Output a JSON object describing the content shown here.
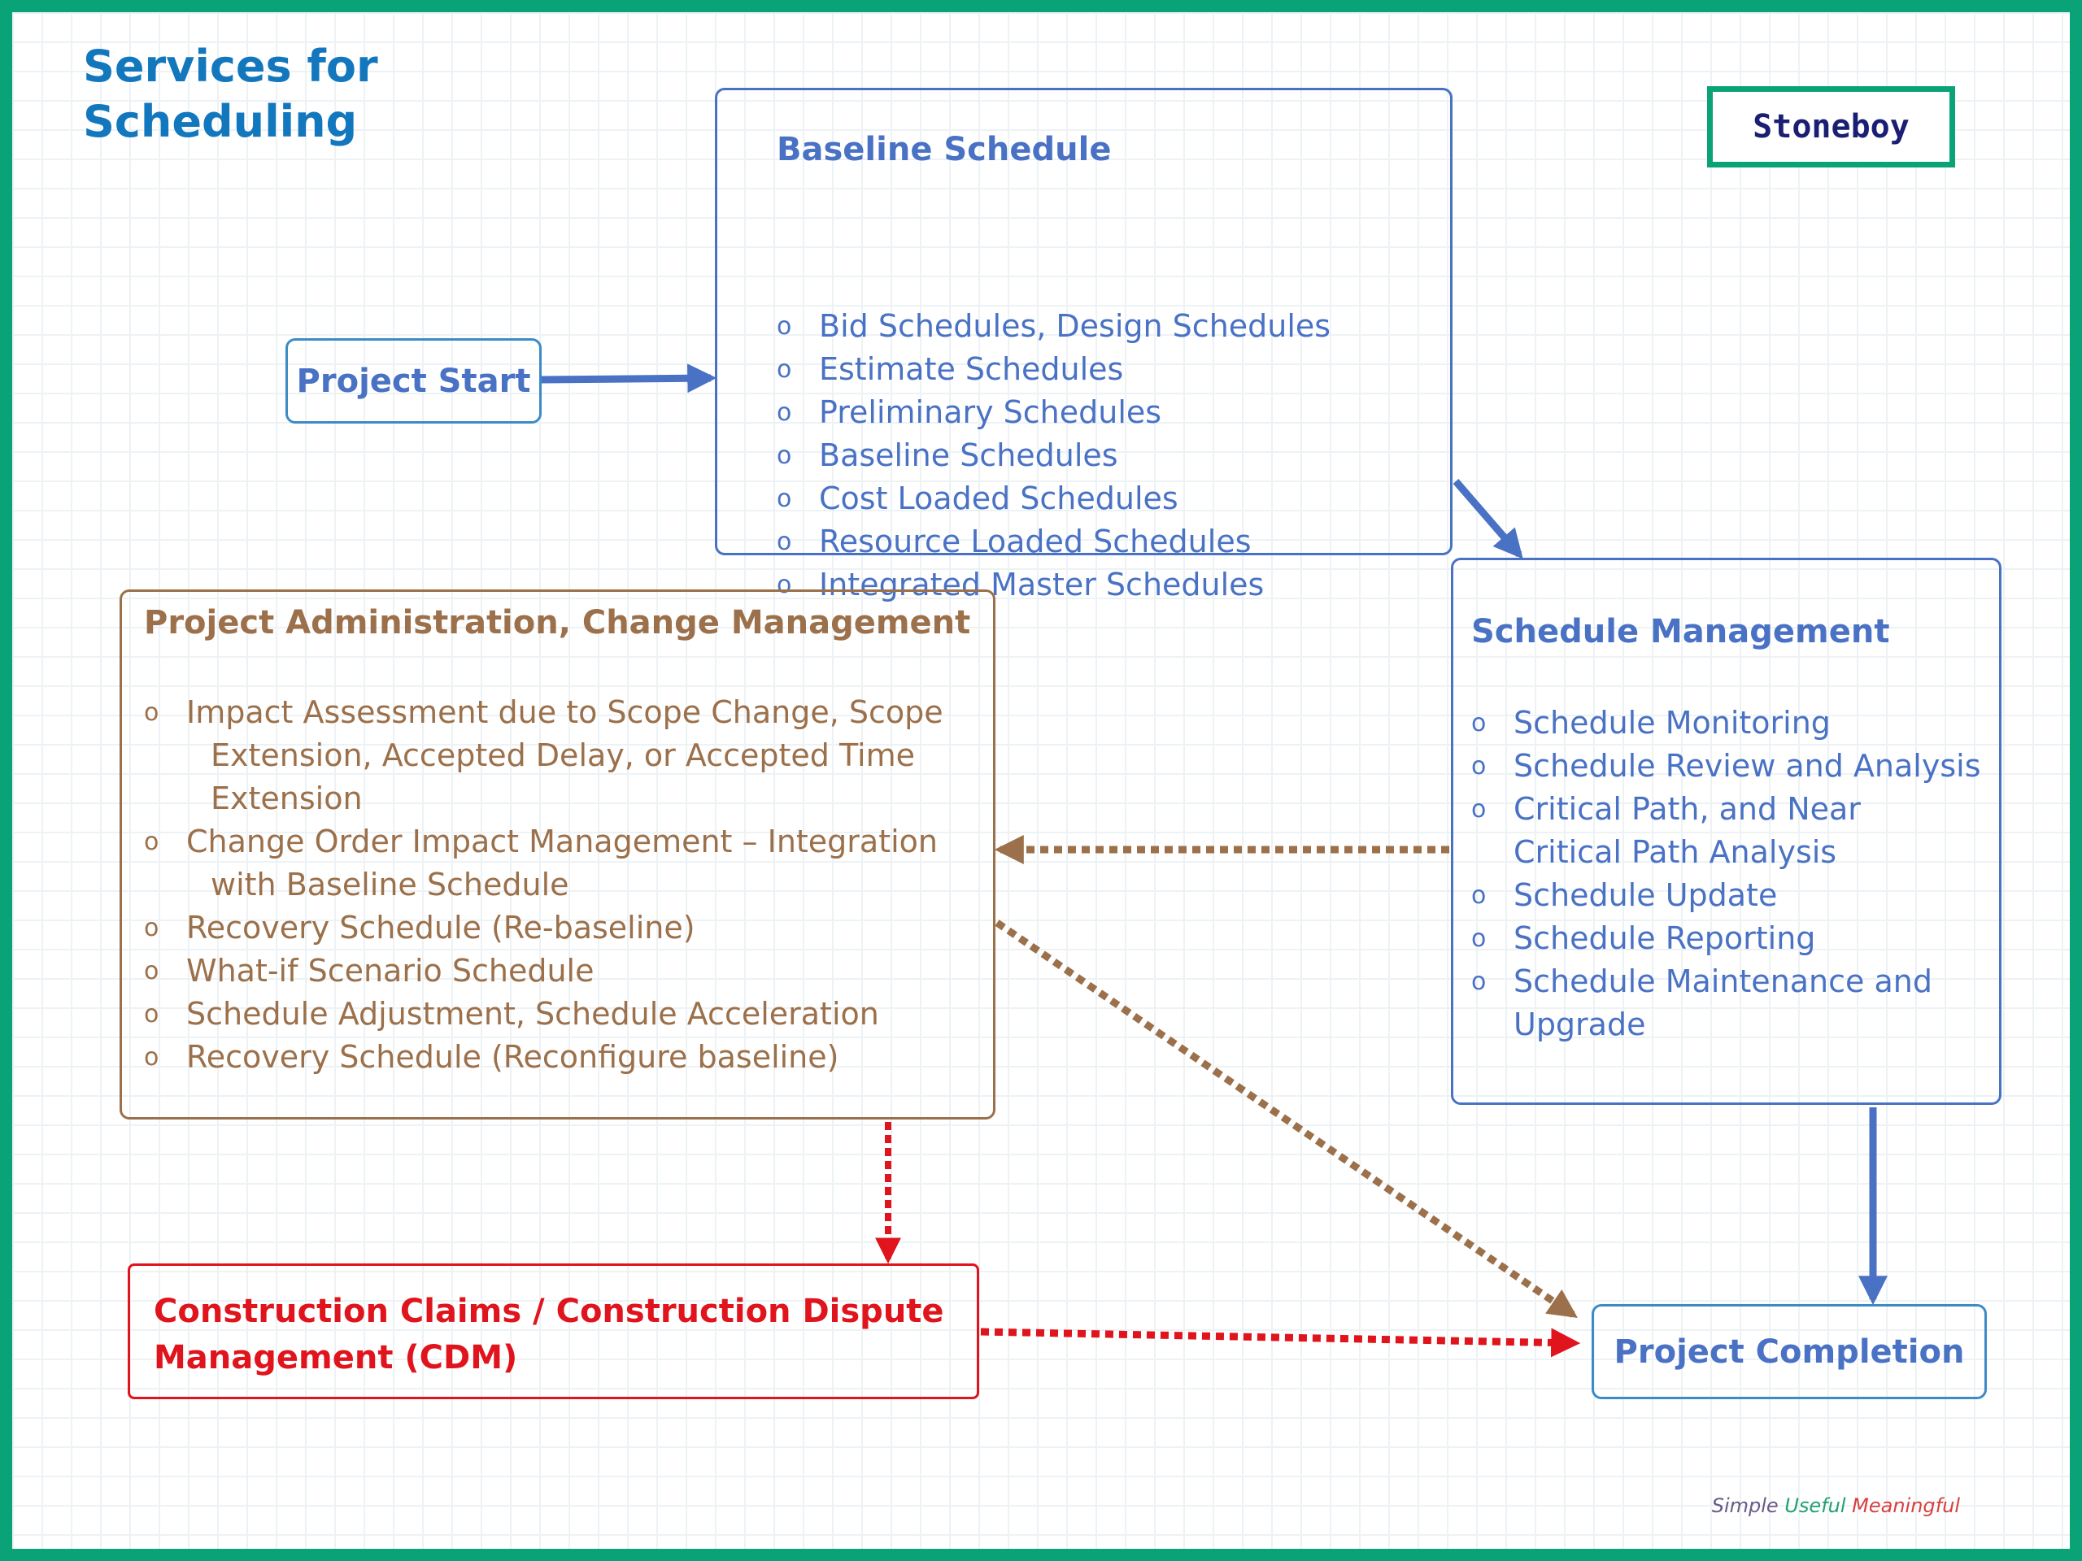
{
  "title": "Services for Scheduling",
  "logo": "Stoneboy",
  "tagline": {
    "word1": "Simple",
    "word2": "Useful",
    "word3": "Meaningful"
  },
  "colors": {
    "border": "#0aa378",
    "blue": "#4a72c4",
    "brown": "#9b704a",
    "red": "#e0141c",
    "title": "#1277bd"
  },
  "bullet_glyph": "o",
  "project_start": "Project Start",
  "baseline": {
    "title": "Baseline Schedule",
    "items": [
      "Bid Schedules, Design Schedules",
      "Estimate Schedules",
      "Preliminary Schedules",
      "Baseline Schedules",
      "Cost Loaded Schedules",
      "Resource Loaded Schedules",
      "Integrated Master Schedules"
    ]
  },
  "admin": {
    "title": "Project Administration, Change Management",
    "items": [
      [
        "Impact Assessment due to Scope Change, Scope",
        "Extension, Accepted Delay, or Accepted Time",
        "Extension"
      ],
      [
        "Change Order Impact Management – Integration",
        "with Baseline Schedule"
      ],
      [
        "Recovery Schedule (Re-baseline)"
      ],
      [
        "What-if Scenario Schedule"
      ],
      [
        "Schedule Adjustment, Schedule Acceleration"
      ],
      [
        "Recovery Schedule (Reconfigure baseline)"
      ]
    ]
  },
  "schedule_management": {
    "title": "Schedule Management",
    "items": [
      [
        "Schedule Monitoring"
      ],
      [
        "Schedule Review and Analysis"
      ],
      [
        "Critical Path, and Near",
        "Critical Path Analysis"
      ],
      [
        "Schedule Update"
      ],
      [
        "Schedule Reporting"
      ],
      [
        "Schedule Maintenance and",
        "Upgrade"
      ]
    ]
  },
  "claims": {
    "line1": "Construction Claims / Construction Dispute",
    "line2": "Management (CDM)"
  },
  "project_completion": "Project Completion"
}
